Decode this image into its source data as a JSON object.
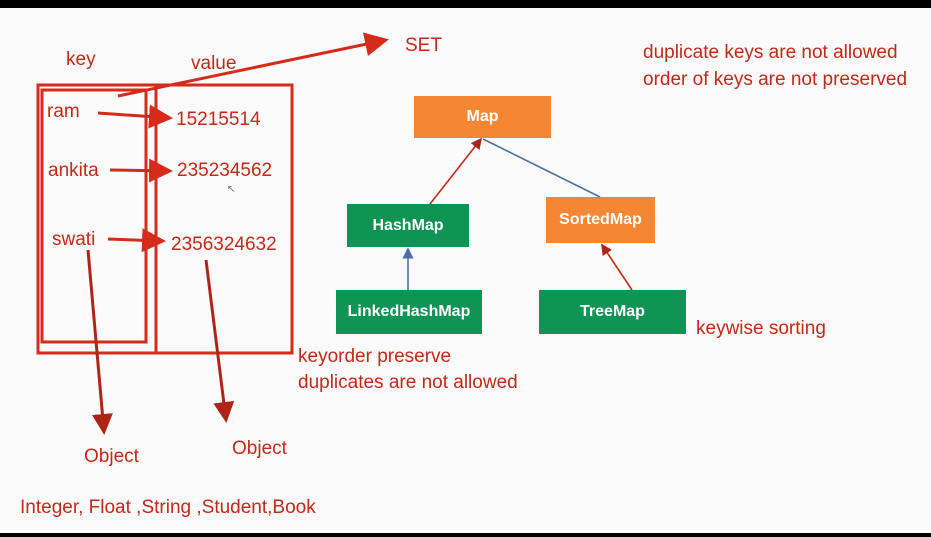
{
  "labels": {
    "key": "key",
    "value": "value",
    "set": "SET",
    "note_line1": "duplicate keys are not allowed",
    "note_line2": "order of keys are not preserved",
    "linked_note_line1": "keyorder preserve",
    "linked_note_line2": "duplicates are not allowed",
    "treemap_note": "keywise sorting",
    "object_left": "Object",
    "object_right": "Object",
    "types": "Integer, Float ,String ,Student,Book"
  },
  "entries": [
    {
      "key": "ram",
      "value": "15215514"
    },
    {
      "key": "ankita",
      "value": "235234562"
    },
    {
      "key": "swati",
      "value": "2356324632"
    }
  ],
  "hierarchy": {
    "map": "Map",
    "hashmap": "HashMap",
    "sortedmap": "SortedMap",
    "linkedhashmap": "LinkedHashMap",
    "treemap": "TreeMap"
  },
  "colors": {
    "annotation": "#c62817",
    "interface_box": "#f58634",
    "class_box": "#0f9455",
    "connector_blue": "#4a6fa8"
  }
}
